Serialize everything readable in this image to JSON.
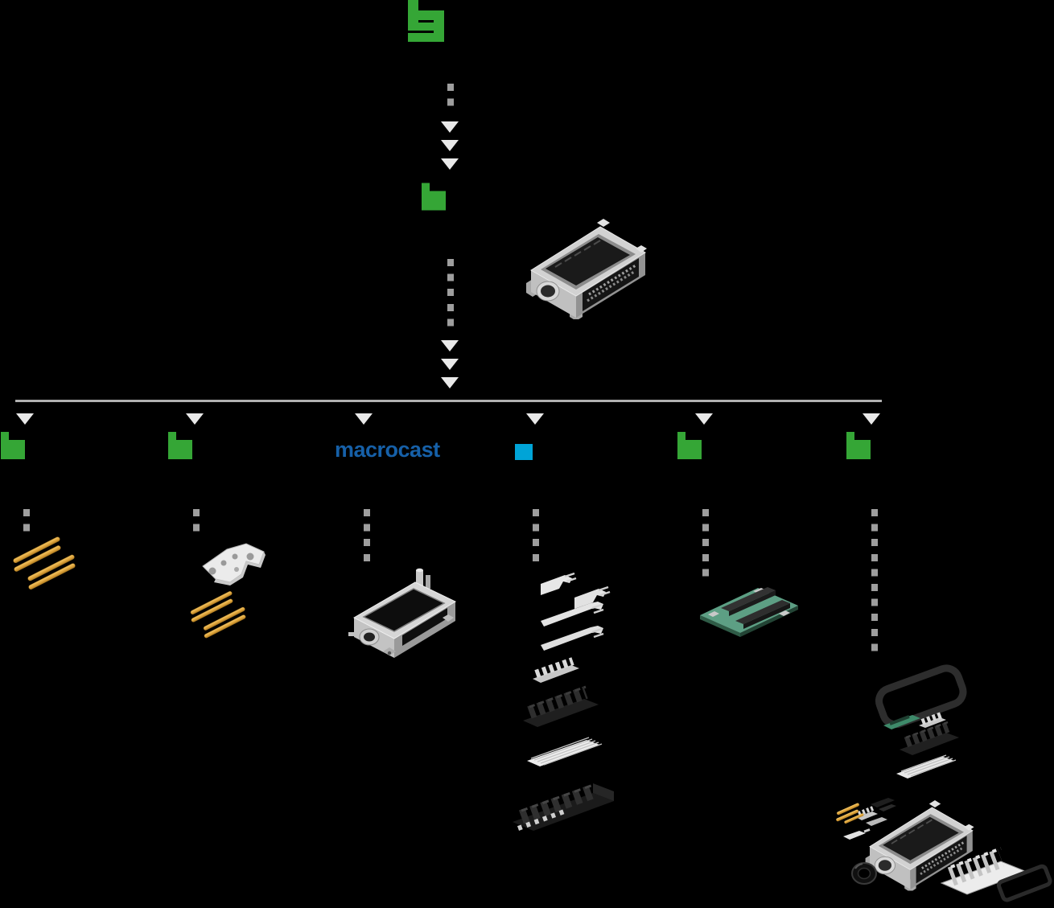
{
  "page": {
    "background": "#000000"
  },
  "brand_colors": {
    "green": "#35a636",
    "macrocast_blue": "#1660a8",
    "cyan": "#00a4d7",
    "line": "#b1b1b1",
    "dash": "#9e9e9e",
    "arrow": "#e9e9e9"
  },
  "root_node": {
    "logo": "green-b-logo"
  },
  "intermediate_node": {
    "logo": "green-flag-logo",
    "product": "heavy-duty-connector-housing"
  },
  "branch_row": {
    "branches": [
      {
        "logo": "green-flag-logo",
        "product": "gold-contact-pins"
      },
      {
        "logo": "green-flag-logo",
        "product": "stamped-metal-bracket-and-gold-pins"
      },
      {
        "logo_text": "macrocast",
        "product": "die-cast-connector-frame"
      },
      {
        "logo": "cyan-square-logo",
        "product": "exploded-stamped-parts-stack"
      },
      {
        "logo": "green-flag-logo",
        "product": "pcb-with-connector-strips"
      },
      {
        "logo": "green-flag-logo",
        "product": "exploded-connector-assembly"
      }
    ]
  }
}
